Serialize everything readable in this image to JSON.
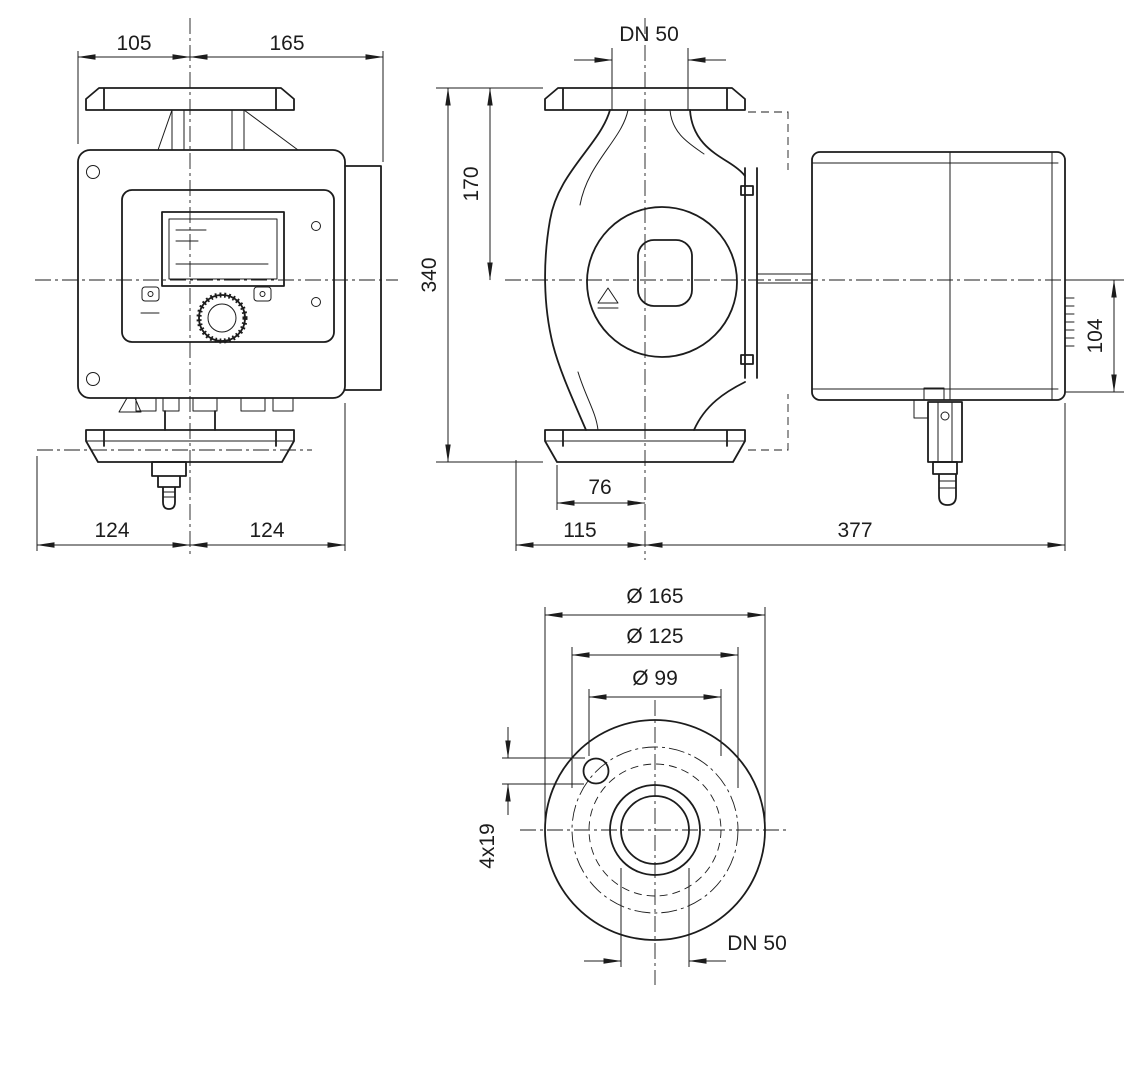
{
  "colors": {
    "background": "#ffffff",
    "line": "#1c1c1c"
  },
  "front_view": {
    "dim_flange_offset_left": "105",
    "dim_flange_offset_right": "165",
    "dim_width_left": "124",
    "dim_width_right": "124"
  },
  "side_view": {
    "dim_nominal_top": "DN 50",
    "dim_flange_to_axis": "170",
    "dim_overall_height": "340",
    "dim_module_height": "104",
    "dim_axis_to_front": "76",
    "dim_front_depth": "115",
    "dim_rear_depth": "377"
  },
  "flange_view": {
    "dim_outer_diameter": "Ø 165",
    "dim_bolt_circle_diameter": "Ø 125",
    "dim_raised_face_diameter": "Ø 99",
    "dim_bolt_holes": "4x19",
    "dim_nominal_bottom": "DN 50"
  }
}
